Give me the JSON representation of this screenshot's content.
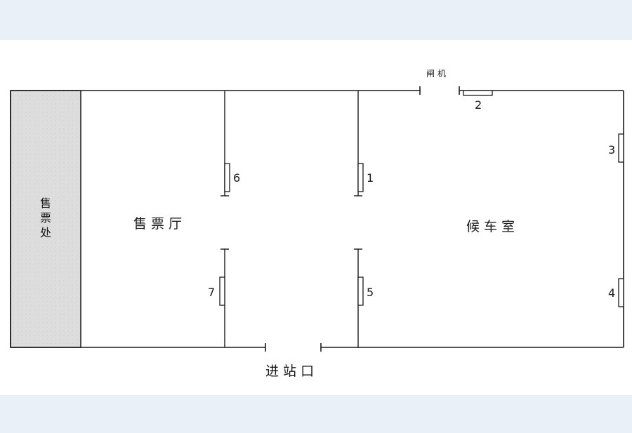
{
  "labels": {
    "ticket_office": "售票处",
    "ticket_office_chars": [
      "售",
      "票",
      "处"
    ],
    "ticket_hall": "售 票 厅",
    "waiting_room": "候 车 室",
    "entrance": "进 站 口",
    "gate": "闸 机"
  },
  "markers": [
    "1",
    "2",
    "3",
    "4",
    "5",
    "6",
    "7"
  ],
  "colors": {
    "background": "#eaf0f8",
    "canvas": "#ffffff",
    "wall": "#1a1a1a",
    "ticket_office_fill": "#dcdcdc"
  }
}
